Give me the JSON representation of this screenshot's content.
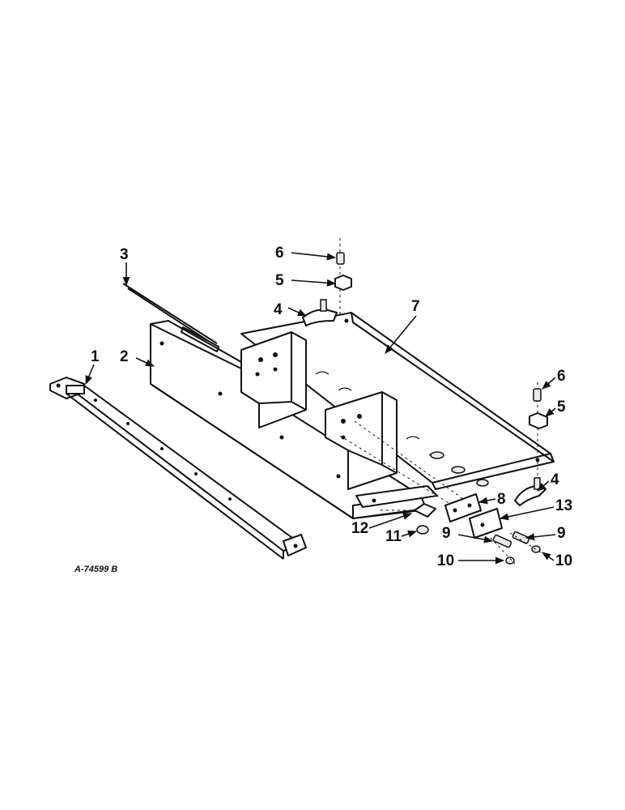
{
  "drawing_code": "A-74599 B",
  "callouts": [
    {
      "id": "c1",
      "text": "1"
    },
    {
      "id": "c2",
      "text": "2"
    },
    {
      "id": "c3",
      "text": "3"
    },
    {
      "id": "c4a",
      "text": "4"
    },
    {
      "id": "c4b",
      "text": "4"
    },
    {
      "id": "c5a",
      "text": "5"
    },
    {
      "id": "c5b",
      "text": "5"
    },
    {
      "id": "c6a",
      "text": "6"
    },
    {
      "id": "c6b",
      "text": "6"
    },
    {
      "id": "c7",
      "text": "7"
    },
    {
      "id": "c8",
      "text": "8"
    },
    {
      "id": "c9a",
      "text": "9"
    },
    {
      "id": "c9b",
      "text": "9"
    },
    {
      "id": "c10a",
      "text": "10"
    },
    {
      "id": "c10b",
      "text": "10"
    },
    {
      "id": "c11",
      "text": "11"
    },
    {
      "id": "c12",
      "text": "12"
    },
    {
      "id": "c13",
      "text": "13"
    }
  ]
}
